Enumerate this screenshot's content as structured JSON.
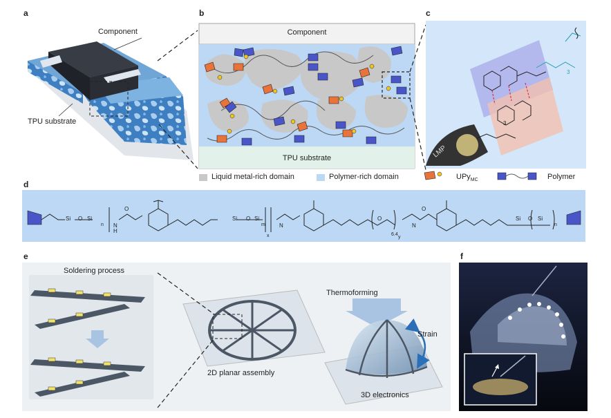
{
  "panels": {
    "a": "a",
    "b": "b",
    "c": "c",
    "d": "d",
    "e": "e",
    "f": "f"
  },
  "panel_a": {
    "component": "Component",
    "substrate": "TPU substrate"
  },
  "panel_b": {
    "component": "Component",
    "substrate": "TPU substrate",
    "legend_lm": "Liquid metal-rich domain",
    "legend_polymer_domain": "Polymer-rich domain",
    "legend_upy": "UPy",
    "legend_upy_sub": "MC",
    "legend_polymer": "Polymer"
  },
  "panel_c": {
    "lmp": "LMP",
    "sub3a": "3",
    "sub3b": "3"
  },
  "panel_d": {
    "h": "H",
    "o": "O",
    "si": "Si",
    "n": "N",
    "sub_n": "n",
    "sub_m": "m",
    "sub_x": "x",
    "sub_y": "y",
    "sub_64": "6.4"
  },
  "panel_e": {
    "soldering": "Soldering process",
    "planar": "2D planar assembly",
    "thermoforming": "Thermoforming",
    "strain": "Strain",
    "electronics": "3D electronics"
  },
  "colors": {
    "orange": "#e8743b",
    "blue": "#4a55c8",
    "lm_gray": "#c8c8c8",
    "polymer_blue": "#bcd8f5",
    "substrate_green": "#e2f2ea",
    "chem_blue_bg": "#d4e6fa",
    "teal": "#2a9fb5",
    "red_dash": "#d9333a"
  }
}
